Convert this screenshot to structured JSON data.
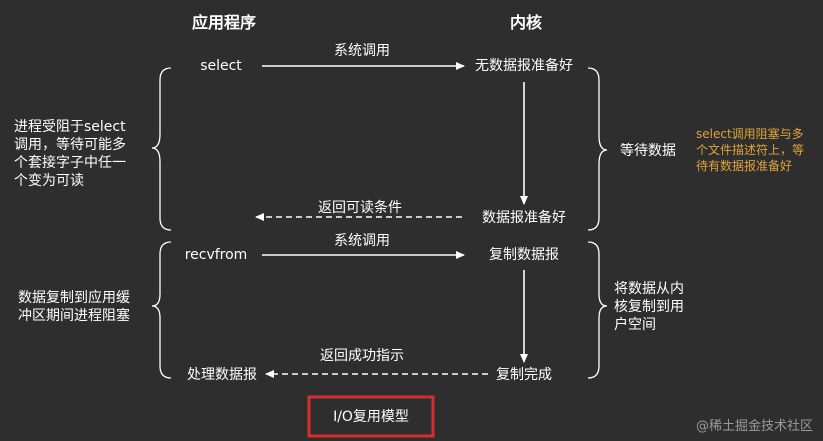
{
  "headers": {
    "app": "应用程序",
    "kernel": "内核"
  },
  "app_side": {
    "select": "select",
    "recvfrom": "recvfrom",
    "process_datagram": "处理数据报"
  },
  "kernel_side": {
    "no_data_ready": "无数据报准备好",
    "data_ready": "数据报准备好",
    "copy_datagram": "复制数据报",
    "copy_complete": "复制完成"
  },
  "arrows": {
    "syscall_1": "系统调用",
    "return_readable": "返回可读条件",
    "syscall_2": "系统调用",
    "return_success": "返回成功指示"
  },
  "left_notes": {
    "blocked_select": [
      "进程受阻于select",
      "调用，等待可能多",
      "个套接字子中任一",
      "个变为可读"
    ],
    "copy_blocked": [
      "数据复制到应用缓",
      "冲区期间进程阻塞"
    ]
  },
  "right_notes": {
    "wait_data": "等待数据",
    "copy_to_user": [
      "将数据从内",
      "核复制到用",
      "户空间"
    ]
  },
  "annotation": [
    "select调用阻塞与多",
    "个文件描述符上，等",
    "待有数据报准备好"
  ],
  "caption": "I/O复用模型",
  "watermark": "@稀土掘金技术社区",
  "colors": {
    "background": "#2e2e2e",
    "caption_border": "#d32f2f",
    "annotation": "#e0a33a"
  }
}
